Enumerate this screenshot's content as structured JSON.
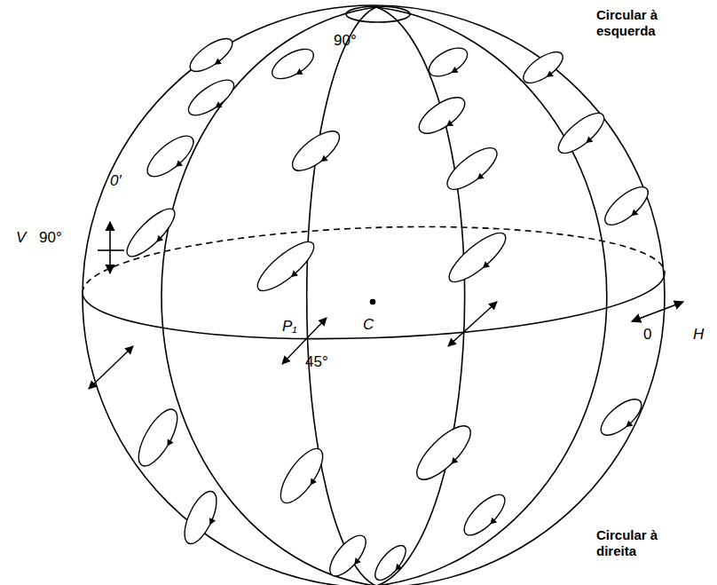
{
  "diagram": {
    "labels": [
      "Circular à esquerda",
      "Circular à direita",
      "90°",
      "0′",
      "V",
      "90°",
      "C",
      "P₁",
      "45°",
      "0",
      "H"
    ]
  }
}
